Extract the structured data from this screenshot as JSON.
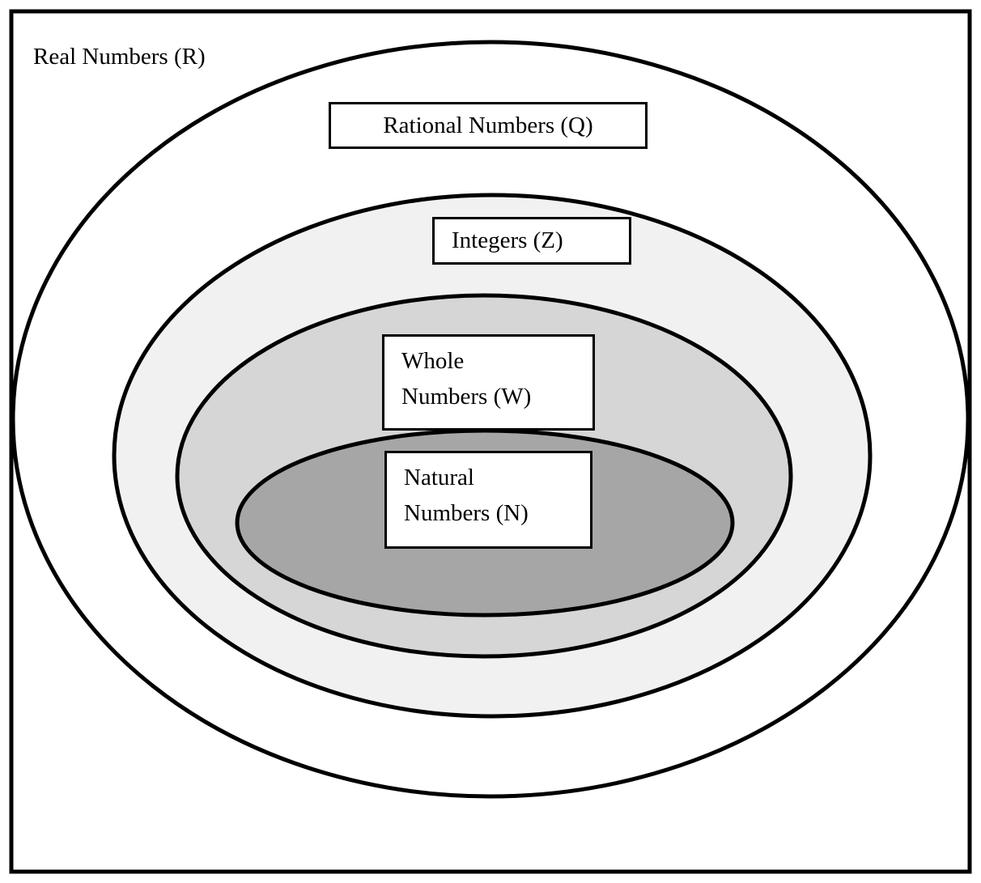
{
  "sets": {
    "real": {
      "label": "Real Numbers (R)"
    },
    "rational": {
      "label": "Rational Numbers (Q)"
    },
    "integers": {
      "label": "Integers (Z)"
    },
    "whole": {
      "label_line1": "Whole",
      "label_line2": "Numbers (W)"
    },
    "natural": {
      "label_line1": "Natural",
      "label_line2": "Numbers (N)"
    }
  },
  "colors": {
    "outline": "#000000",
    "real_fill": "#ffffff",
    "rational_fill": "#ffffff",
    "integers_fill": "#f1f1f1",
    "whole_fill": "#d6d6d6",
    "natural_fill": "#a6a6a6"
  }
}
